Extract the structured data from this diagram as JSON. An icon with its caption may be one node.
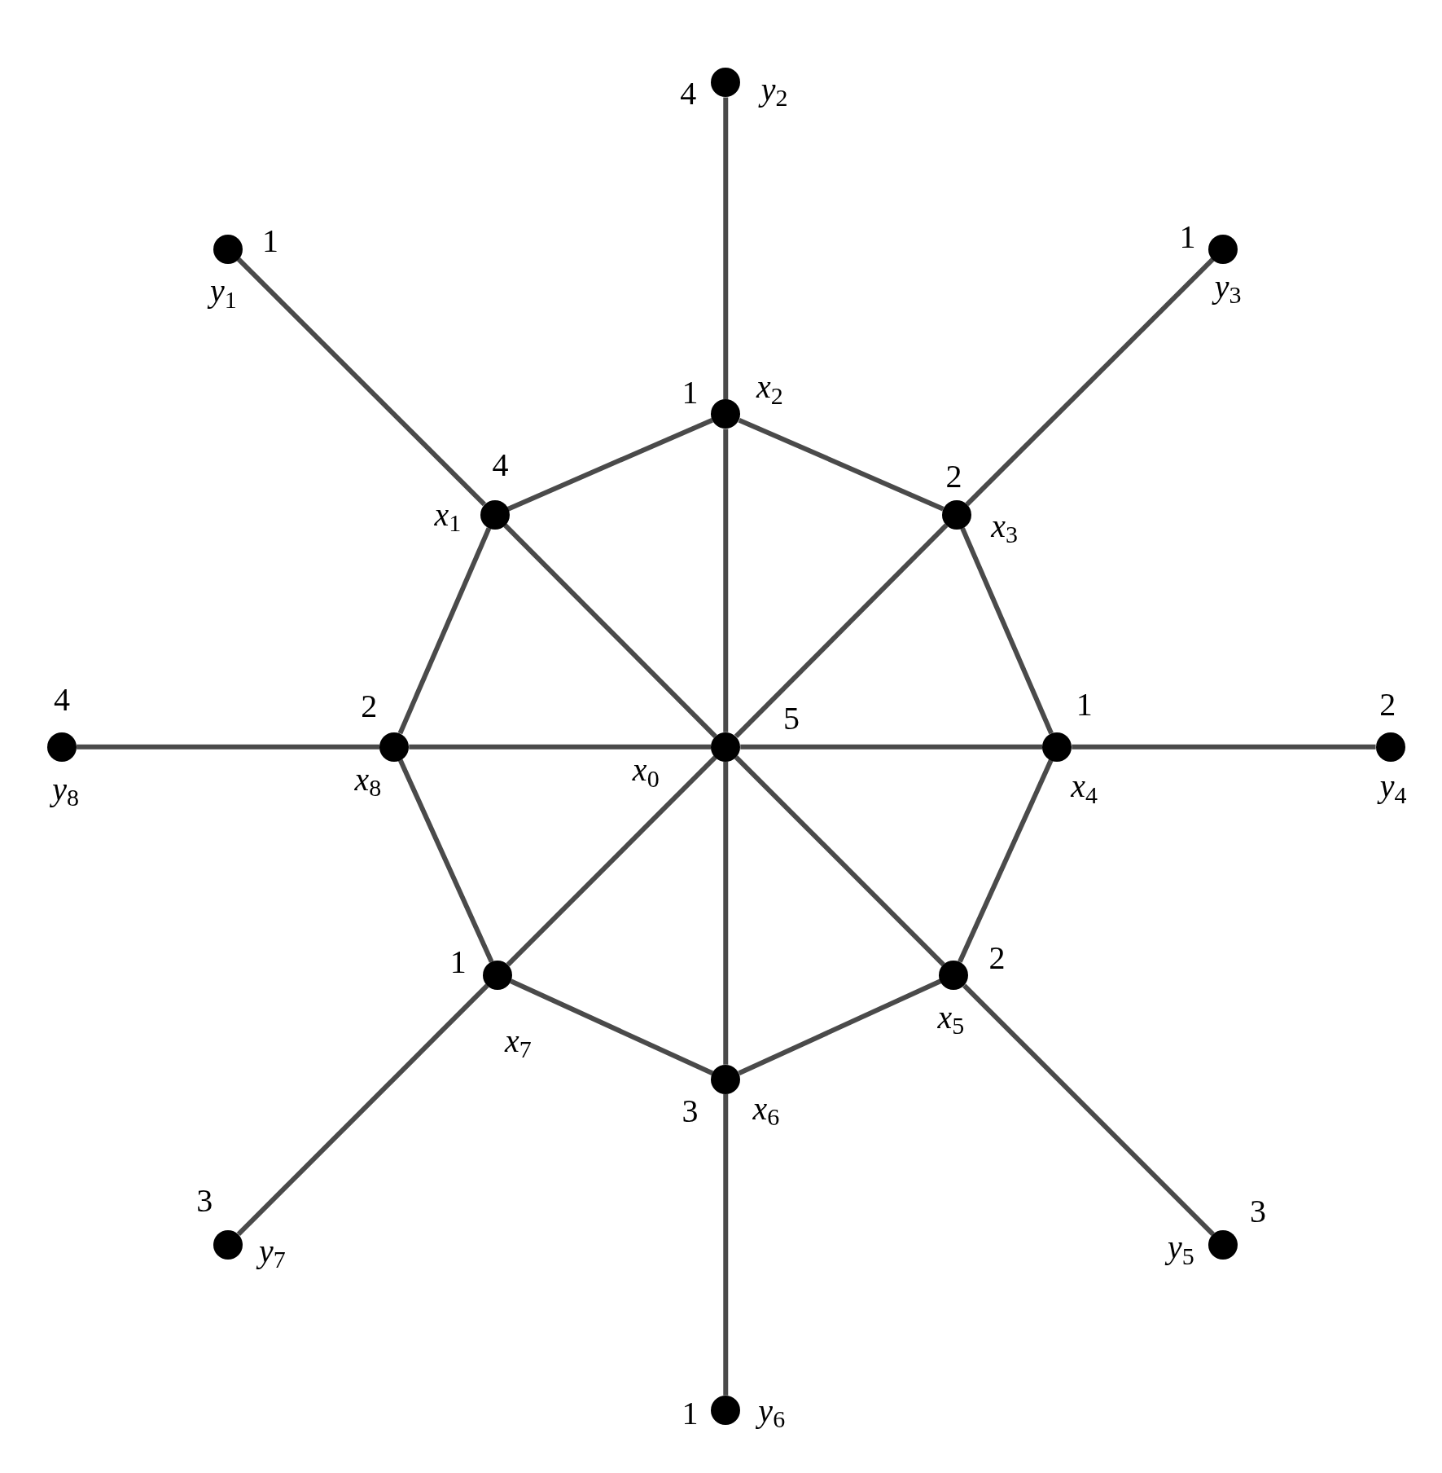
{
  "diagram": {
    "nodes": [
      {
        "text": [],
        "shape": "circle",
        "beside": [
          "*x*$_{0}$",
          "5"
        ]
      },
      {
        "text": [],
        "shape": "circle",
        "beside": [
          "*x*$_{1}$",
          "4"
        ]
      },
      {
        "text": [],
        "shape": "circle",
        "beside": [
          "*x*$_{2}$",
          "1"
        ]
      },
      {
        "text": [],
        "shape": "circle",
        "beside": [
          "*x*$_{3}$",
          "2"
        ]
      },
      {
        "text": [],
        "shape": "circle",
        "beside": [
          "*x*$_{4}$",
          "1"
        ]
      },
      {
        "text": [],
        "shape": "circle",
        "beside": [
          "*x*$_{5}$",
          "2"
        ]
      },
      {
        "text": [],
        "shape": "circle",
        "beside": [
          "*x*$_{6}$",
          "3"
        ]
      },
      {
        "text": [],
        "shape": "circle",
        "beside": [
          "*x*$_{7}$",
          "1"
        ]
      },
      {
        "text": [],
        "shape": "circle",
        "beside": [
          "*x*$_{8}$",
          "2"
        ]
      },
      {
        "text": [],
        "shape": "circle",
        "beside": [
          "*y*$_{1}$",
          "1"
        ]
      },
      {
        "text": [],
        "shape": "circle",
        "beside": [
          "*y*$_{2}$",
          "4"
        ]
      },
      {
        "text": [],
        "shape": "circle",
        "beside": [
          "*y*$_{3}$",
          "1"
        ]
      },
      {
        "text": [],
        "shape": "circle",
        "beside": [
          "*y*$_{4}$",
          "2"
        ]
      },
      {
        "text": [],
        "shape": "circle",
        "beside": [
          "*y*$_{5}$",
          "3"
        ]
      },
      {
        "text": [],
        "shape": "circle",
        "beside": [
          "*y*$_{6}$",
          "1"
        ]
      },
      {
        "text": [],
        "shape": "circle",
        "beside": [
          "*y*$_{7}$",
          "3"
        ]
      },
      {
        "text": [],
        "shape": "circle",
        "beside": [
          "*y*$_{8}$",
          "4"
        ]
      }
    ],
    "edges": [
      {
        "from": 0,
        "to": 1,
        "arrow": "none"
      },
      {
        "from": 0,
        "to": 2,
        "arrow": "none"
      },
      {
        "from": 0,
        "to": 3,
        "arrow": "none"
      },
      {
        "from": 0,
        "to": 4,
        "arrow": "none"
      },
      {
        "from": 0,
        "to": 5,
        "arrow": "none"
      },
      {
        "from": 0,
        "to": 6,
        "arrow": "none"
      },
      {
        "from": 0,
        "to": 7,
        "arrow": "none"
      },
      {
        "from": 0,
        "to": 8,
        "arrow": "none"
      },
      {
        "from": 1,
        "to": 2,
        "arrow": "none"
      },
      {
        "from": 2,
        "to": 3,
        "arrow": "none"
      },
      {
        "from": 3,
        "to": 4,
        "arrow": "none"
      },
      {
        "from": 4,
        "to": 5,
        "arrow": "none"
      },
      {
        "from": 5,
        "to": 6,
        "arrow": "none"
      },
      {
        "from": 6,
        "to": 7,
        "arrow": "none"
      },
      {
        "from": 7,
        "to": 8,
        "arrow": "none"
      },
      {
        "from": 8,
        "to": 1,
        "arrow": "none"
      },
      {
        "from": 1,
        "to": 9,
        "arrow": "none"
      },
      {
        "from": 2,
        "to": 10,
        "arrow": "none"
      },
      {
        "from": 3,
        "to": 11,
        "arrow": "none"
      },
      {
        "from": 4,
        "to": 12,
        "arrow": "none"
      },
      {
        "from": 5,
        "to": 13,
        "arrow": "none"
      },
      {
        "from": 6,
        "to": 14,
        "arrow": "none"
      },
      {
        "from": 7,
        "to": 15,
        "arrow": "none"
      },
      {
        "from": 8,
        "to": 16,
        "arrow": "none"
      }
    ]
  }
}
